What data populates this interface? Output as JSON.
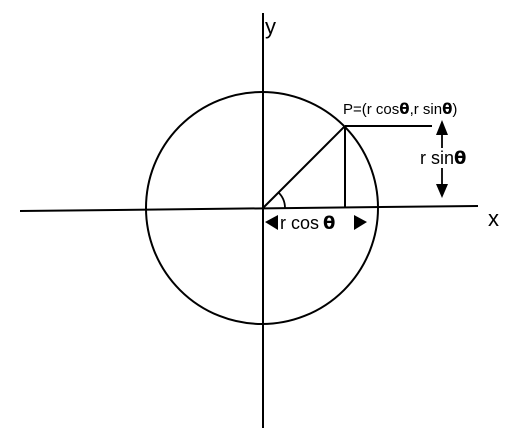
{
  "labels": {
    "y_axis": "y",
    "x_axis": "x",
    "point_prefix": "P=(r cos",
    "point_middle": ",r sin",
    "point_suffix": ")",
    "vertical_measure": "r sin",
    "horizontal_measure": "r cos",
    "theta": "θ"
  },
  "colors": {
    "stroke": "#000000",
    "background": "#ffffff"
  }
}
